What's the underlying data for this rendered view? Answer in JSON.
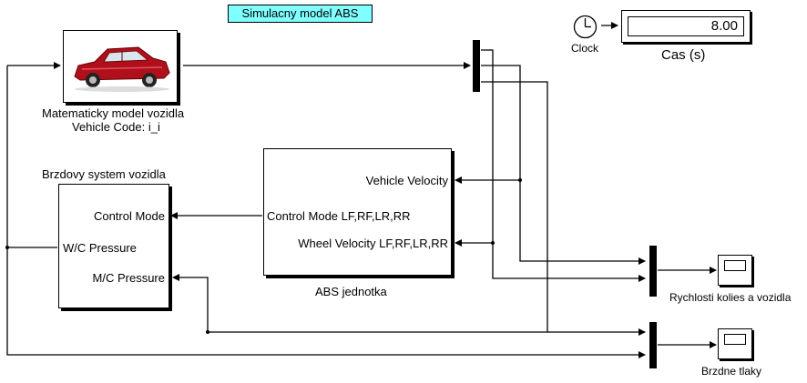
{
  "title": "Simulacny model ABS",
  "clock": {
    "label": "Clock"
  },
  "display": {
    "value": "8.00",
    "label": "Cas (s)"
  },
  "vehicle_model": {
    "line1": "Matematicky model vozidla",
    "line2": "Vehicle Code: i_i"
  },
  "brake_system": {
    "title": "Brzdovy system vozidla",
    "ports": [
      "Control Mode",
      "W/C Pressure",
      "M/C Pressure"
    ]
  },
  "abs_unit": {
    "title": "ABS jednotka",
    "ports": [
      "Vehicle Velocity",
      "Control Mode LF,RF,LR,RR",
      "Wheel Velocity LF,RF,LR,RR"
    ]
  },
  "scope_speeds": {
    "label": "Rychlosti kolies a vozidla"
  },
  "scope_pressures": {
    "label": "Brzdne tlaky"
  }
}
